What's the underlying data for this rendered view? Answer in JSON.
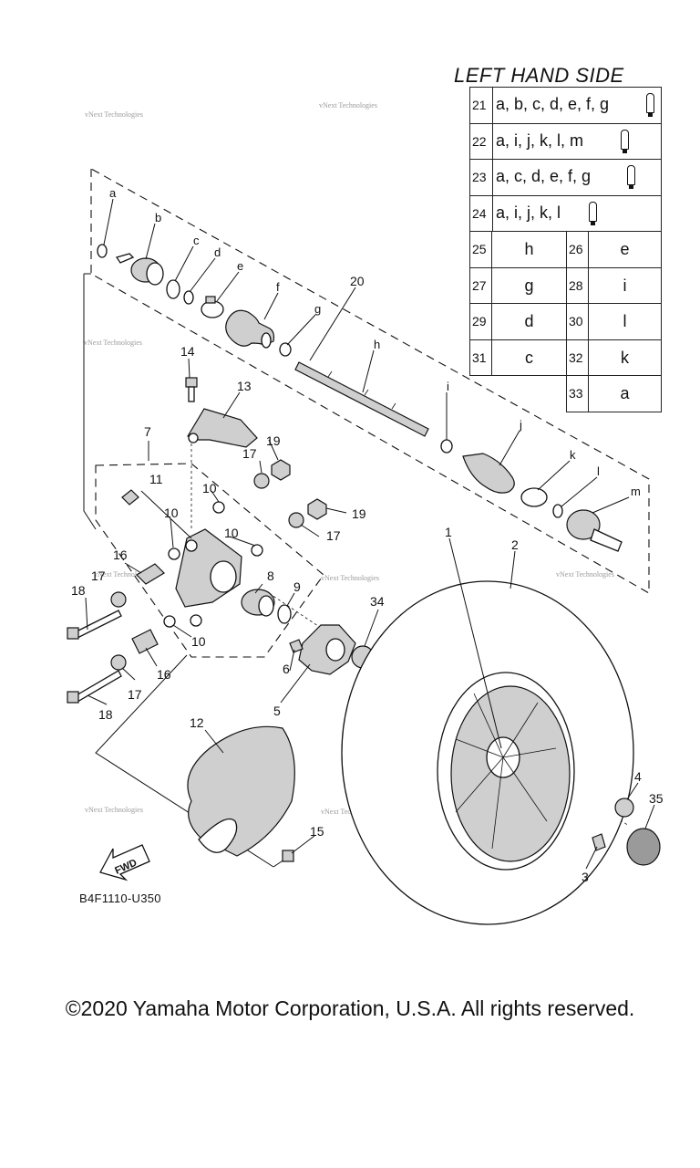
{
  "header": {
    "title": "LEFT HAND SIDE"
  },
  "legend_wide": [
    {
      "num": "21",
      "letters": "a, b, c, d, e, f, g",
      "tube": "grease-tube-icon"
    },
    {
      "num": "22",
      "letters": "a, i, j, k, l, m",
      "tube": "grease-tube-icon"
    },
    {
      "num": "23",
      "letters": "a, c, d, e, f, g",
      "tube": "grease-tube-icon"
    },
    {
      "num": "24",
      "letters": "a, i, j, k, l",
      "tube": "grease-tube-icon"
    }
  ],
  "legend_pairs": [
    {
      "n1": "25",
      "l1": "h",
      "n2": "26",
      "l2": "e"
    },
    {
      "n1": "27",
      "l1": "g",
      "n2": "28",
      "l2": "i"
    },
    {
      "n1": "29",
      "l1": "d",
      "n2": "30",
      "l2": "l"
    },
    {
      "n1": "31",
      "l1": "c",
      "n2": "32",
      "l2": "k"
    },
    {
      "n1": "",
      "l1": "",
      "n2": "33",
      "l2": "a"
    }
  ],
  "callouts": {
    "n1": "1",
    "n2": "2",
    "n3": "3",
    "n4": "4",
    "n5": "5",
    "n6": "6",
    "n7": "7",
    "n8": "8",
    "n9": "9",
    "n10": "10",
    "n11": "11",
    "n12": "12",
    "n13": "13",
    "n14": "14",
    "n15": "15",
    "n16": "16",
    "n17": "17",
    "n18": "18",
    "n19": "19",
    "n20": "20",
    "n34": "34",
    "n35": "35",
    "a": "a",
    "b": "b",
    "c": "c",
    "d": "d",
    "e": "e",
    "f": "f",
    "g": "g",
    "h": "h",
    "i": "i",
    "j": "j",
    "k": "k",
    "l": "l",
    "m": "m"
  },
  "fwd_label": "FWD",
  "watermark": "vNext Technologies",
  "diagram_code": "B4F1110-U350",
  "copyright": "©2020 Yamaha Motor Corporation, U.S.A. All rights reserved."
}
